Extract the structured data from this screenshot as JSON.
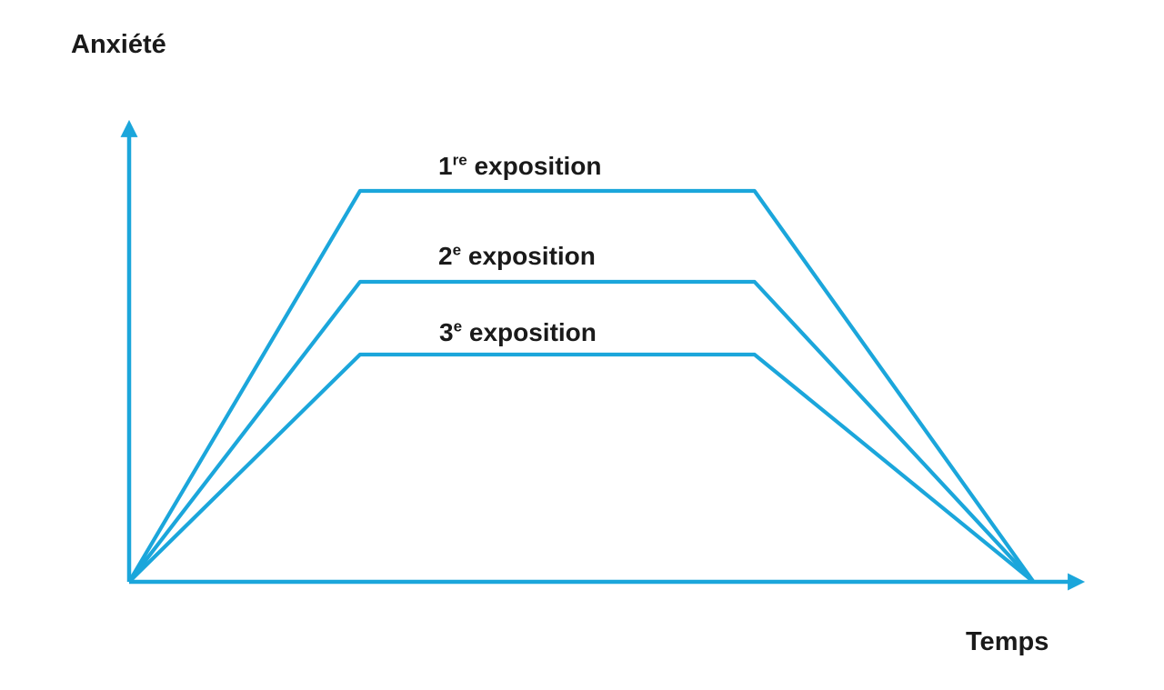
{
  "chart_data": {
    "type": "line",
    "title": "",
    "xlabel": "Temps",
    "ylabel": "Anxiété",
    "x_range": [
      0,
      100
    ],
    "y_range": [
      0,
      100
    ],
    "grid": false,
    "axes_arrows": true,
    "tick_labels": [],
    "legend_position": "labels-above-each-plateau",
    "line_color": "#1BA6DB",
    "axis_color": "#1BA6DB",
    "text_color": "#1A1A1A",
    "series": [
      {
        "name": "1re exposition",
        "ordinal": "1",
        "ordinal_suffix": "re",
        "label_rest": "exposition",
        "points": [
          [
            0,
            0
          ],
          [
            24,
            86
          ],
          [
            65,
            86
          ],
          [
            94,
            0
          ]
        ]
      },
      {
        "name": "2e exposition",
        "ordinal": "2",
        "ordinal_suffix": "e",
        "label_rest": "exposition",
        "points": [
          [
            0,
            0
          ],
          [
            24,
            66
          ],
          [
            65,
            66
          ],
          [
            94,
            0
          ]
        ]
      },
      {
        "name": "3e exposition",
        "ordinal": "3",
        "ordinal_suffix": "e",
        "label_rest": "exposition",
        "points": [
          [
            0,
            0
          ],
          [
            24,
            50
          ],
          [
            65,
            50
          ],
          [
            94,
            0
          ]
        ]
      }
    ]
  }
}
